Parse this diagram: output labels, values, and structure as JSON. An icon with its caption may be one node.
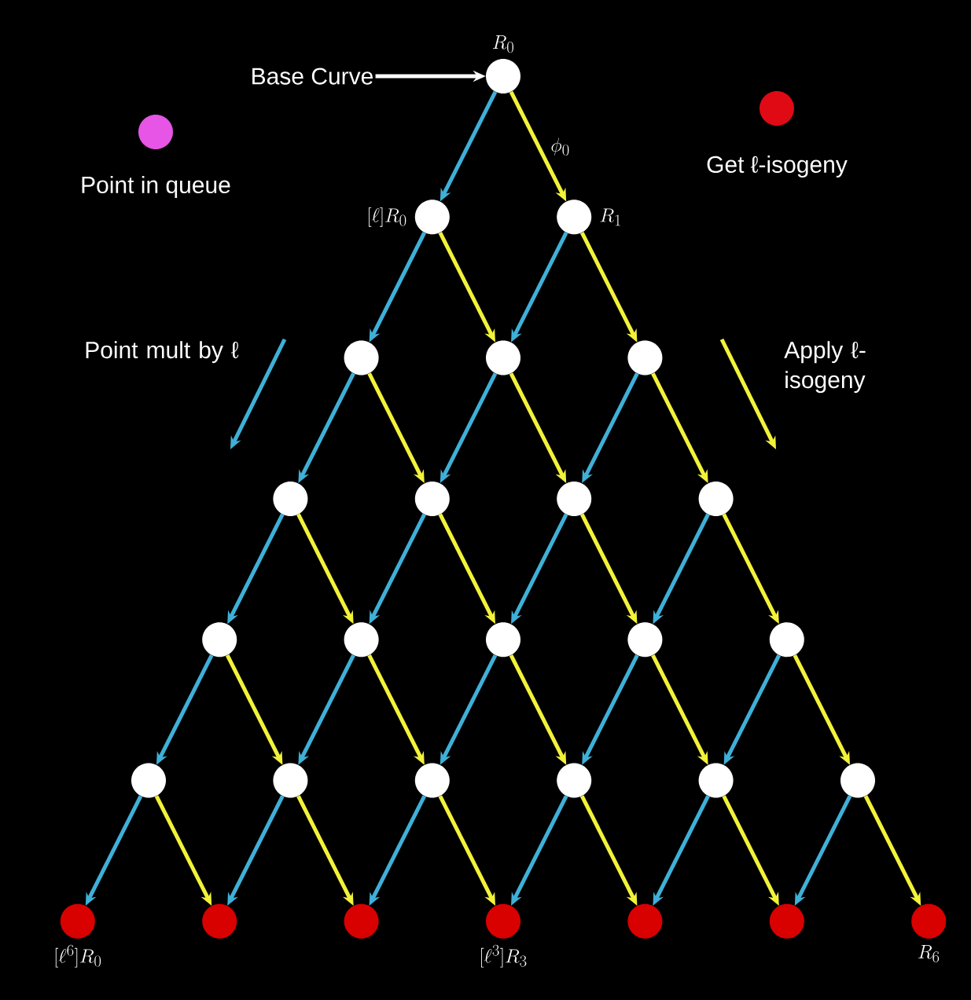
{
  "diagram": {
    "nodes": [
      {
        "text": [],
        "shape": "circle",
        "beside": [
          "R_0"
        ]
      },
      {
        "text": [],
        "shape": "circle",
        "beside": [
          "[\\ell]R_0"
        ]
      },
      {
        "text": [],
        "shape": "circle",
        "beside": [
          "R_1"
        ]
      },
      {
        "text": [],
        "shape": "circle"
      },
      {
        "text": [],
        "shape": "circle"
      },
      {
        "text": [],
        "shape": "circle"
      },
      {
        "text": [],
        "shape": "circle"
      },
      {
        "text": [],
        "shape": "circle"
      },
      {
        "text": [],
        "shape": "circle"
      },
      {
        "text": [],
        "shape": "circle"
      },
      {
        "text": [],
        "shape": "circle"
      },
      {
        "text": [],
        "shape": "circle"
      },
      {
        "text": [],
        "shape": "circle"
      },
      {
        "text": [],
        "shape": "circle"
      },
      {
        "text": [],
        "shape": "circle"
      },
      {
        "text": [],
        "shape": "circle"
      },
      {
        "text": [],
        "shape": "circle"
      },
      {
        "text": [],
        "shape": "circle"
      },
      {
        "text": [],
        "shape": "circle"
      },
      {
        "text": [],
        "shape": "circle"
      },
      {
        "text": [],
        "shape": "circle"
      },
      {
        "text": [],
        "shape": "circle",
        "beside": [
          "[\\ell^6]R_0"
        ]
      },
      {
        "text": [],
        "shape": "circle"
      },
      {
        "text": [],
        "shape": "circle"
      },
      {
        "text": [],
        "shape": "circle",
        "beside": [
          "[\\ell^3]R_3"
        ]
      },
      {
        "text": [],
        "shape": "circle"
      },
      {
        "text": [],
        "shape": "circle"
      },
      {
        "text": [],
        "shape": "circle",
        "beside": [
          "R_6"
        ]
      },
      {
        "text": [
          "Base Curve"
        ]
      }
    ],
    "edges": [
      {
        "from": 0,
        "to": 1,
        "arrow": "to",
        "color": "#3fb0d8"
      },
      {
        "from": 0,
        "to": 2,
        "arrow": "to",
        "color": "#f2f23a",
        "label": "\\phi_0"
      },
      {
        "from": 1,
        "to": 3,
        "arrow": "to",
        "color": "#3fb0d8"
      },
      {
        "from": 1,
        "to": 4,
        "arrow": "to",
        "color": "#f2f23a"
      },
      {
        "from": 2,
        "to": 4,
        "arrow": "to",
        "color": "#3fb0d8"
      },
      {
        "from": 2,
        "to": 5,
        "arrow": "to",
        "color": "#f2f23a"
      },
      {
        "from": 3,
        "to": 6,
        "arrow": "to",
        "color": "#3fb0d8"
      },
      {
        "from": 3,
        "to": 7,
        "arrow": "to",
        "color": "#f2f23a"
      },
      {
        "from": 4,
        "to": 7,
        "arrow": "to",
        "color": "#3fb0d8"
      },
      {
        "from": 4,
        "to": 8,
        "arrow": "to",
        "color": "#f2f23a"
      },
      {
        "from": 5,
        "to": 8,
        "arrow": "to",
        "color": "#3fb0d8"
      },
      {
        "from": 5,
        "to": 9,
        "arrow": "to",
        "color": "#f2f23a"
      },
      {
        "from": 6,
        "to": 10,
        "arrow": "to",
        "color": "#3fb0d8"
      },
      {
        "from": 6,
        "to": 11,
        "arrow": "to",
        "color": "#f2f23a"
      },
      {
        "from": 7,
        "to": 11,
        "arrow": "to",
        "color": "#3fb0d8"
      },
      {
        "from": 7,
        "to": 12,
        "arrow": "to",
        "color": "#f2f23a"
      },
      {
        "from": 8,
        "to": 12,
        "arrow": "to",
        "color": "#3fb0d8"
      },
      {
        "from": 8,
        "to": 13,
        "arrow": "to",
        "color": "#f2f23a"
      },
      {
        "from": 9,
        "to": 13,
        "arrow": "to",
        "color": "#3fb0d8"
      },
      {
        "from": 9,
        "to": 14,
        "arrow": "to",
        "color": "#f2f23a"
      },
      {
        "from": 10,
        "to": 15,
        "arrow": "to",
        "color": "#3fb0d8"
      },
      {
        "from": 10,
        "to": 16,
        "arrow": "to",
        "color": "#f2f23a"
      },
      {
        "from": 11,
        "to": 16,
        "arrow": "to",
        "color": "#3fb0d8"
      },
      {
        "from": 11,
        "to": 17,
        "arrow": "to",
        "color": "#f2f23a"
      },
      {
        "from": 12,
        "to": 17,
        "arrow": "to",
        "color": "#3fb0d8"
      },
      {
        "from": 12,
        "to": 18,
        "arrow": "to",
        "color": "#f2f23a"
      },
      {
        "from": 13,
        "to": 18,
        "arrow": "to",
        "color": "#3fb0d8"
      },
      {
        "from": 13,
        "to": 19,
        "arrow": "to",
        "color": "#f2f23a"
      },
      {
        "from": 14,
        "to": 19,
        "arrow": "to",
        "color": "#3fb0d8"
      },
      {
        "from": 14,
        "to": 20,
        "arrow": "to",
        "color": "#f2f23a"
      },
      {
        "from": 15,
        "to": 21,
        "arrow": "to",
        "color": "#3fb0d8"
      },
      {
        "from": 15,
        "to": 22,
        "arrow": "to",
        "color": "#f2f23a"
      },
      {
        "from": 16,
        "to": 22,
        "arrow": "to",
        "color": "#3fb0d8"
      },
      {
        "from": 16,
        "to": 23,
        "arrow": "to",
        "color": "#f2f23a"
      },
      {
        "from": 17,
        "to": 23,
        "arrow": "to",
        "color": "#3fb0d8"
      },
      {
        "from": 17,
        "to": 24,
        "arrow": "to",
        "color": "#f2f23a"
      },
      {
        "from": 18,
        "to": 24,
        "arrow": "to",
        "color": "#3fb0d8"
      },
      {
        "from": 18,
        "to": 25,
        "arrow": "to",
        "color": "#f2f23a"
      },
      {
        "from": 19,
        "to": 25,
        "arrow": "to",
        "color": "#3fb0d8"
      },
      {
        "from": 19,
        "to": 26,
        "arrow": "to",
        "color": "#f2f23a"
      },
      {
        "from": 20,
        "to": 26,
        "arrow": "to",
        "color": "#3fb0d8"
      },
      {
        "from": 20,
        "to": 27,
        "arrow": "to",
        "color": "#f2f23a"
      },
      {
        "from": 28,
        "to": 0,
        "arrow": "to",
        "color": "#ffffff"
      }
    ],
    "legend": [
      {
        "text": "Point in queue",
        "color": "#e655e6"
      },
      {
        "text": "Get ℓ-isogeny",
        "color": "#e00a14"
      },
      {
        "text": "Point mult by ℓ"
      },
      {
        "text": "Apply ℓ-isogeny"
      }
    ]
  }
}
